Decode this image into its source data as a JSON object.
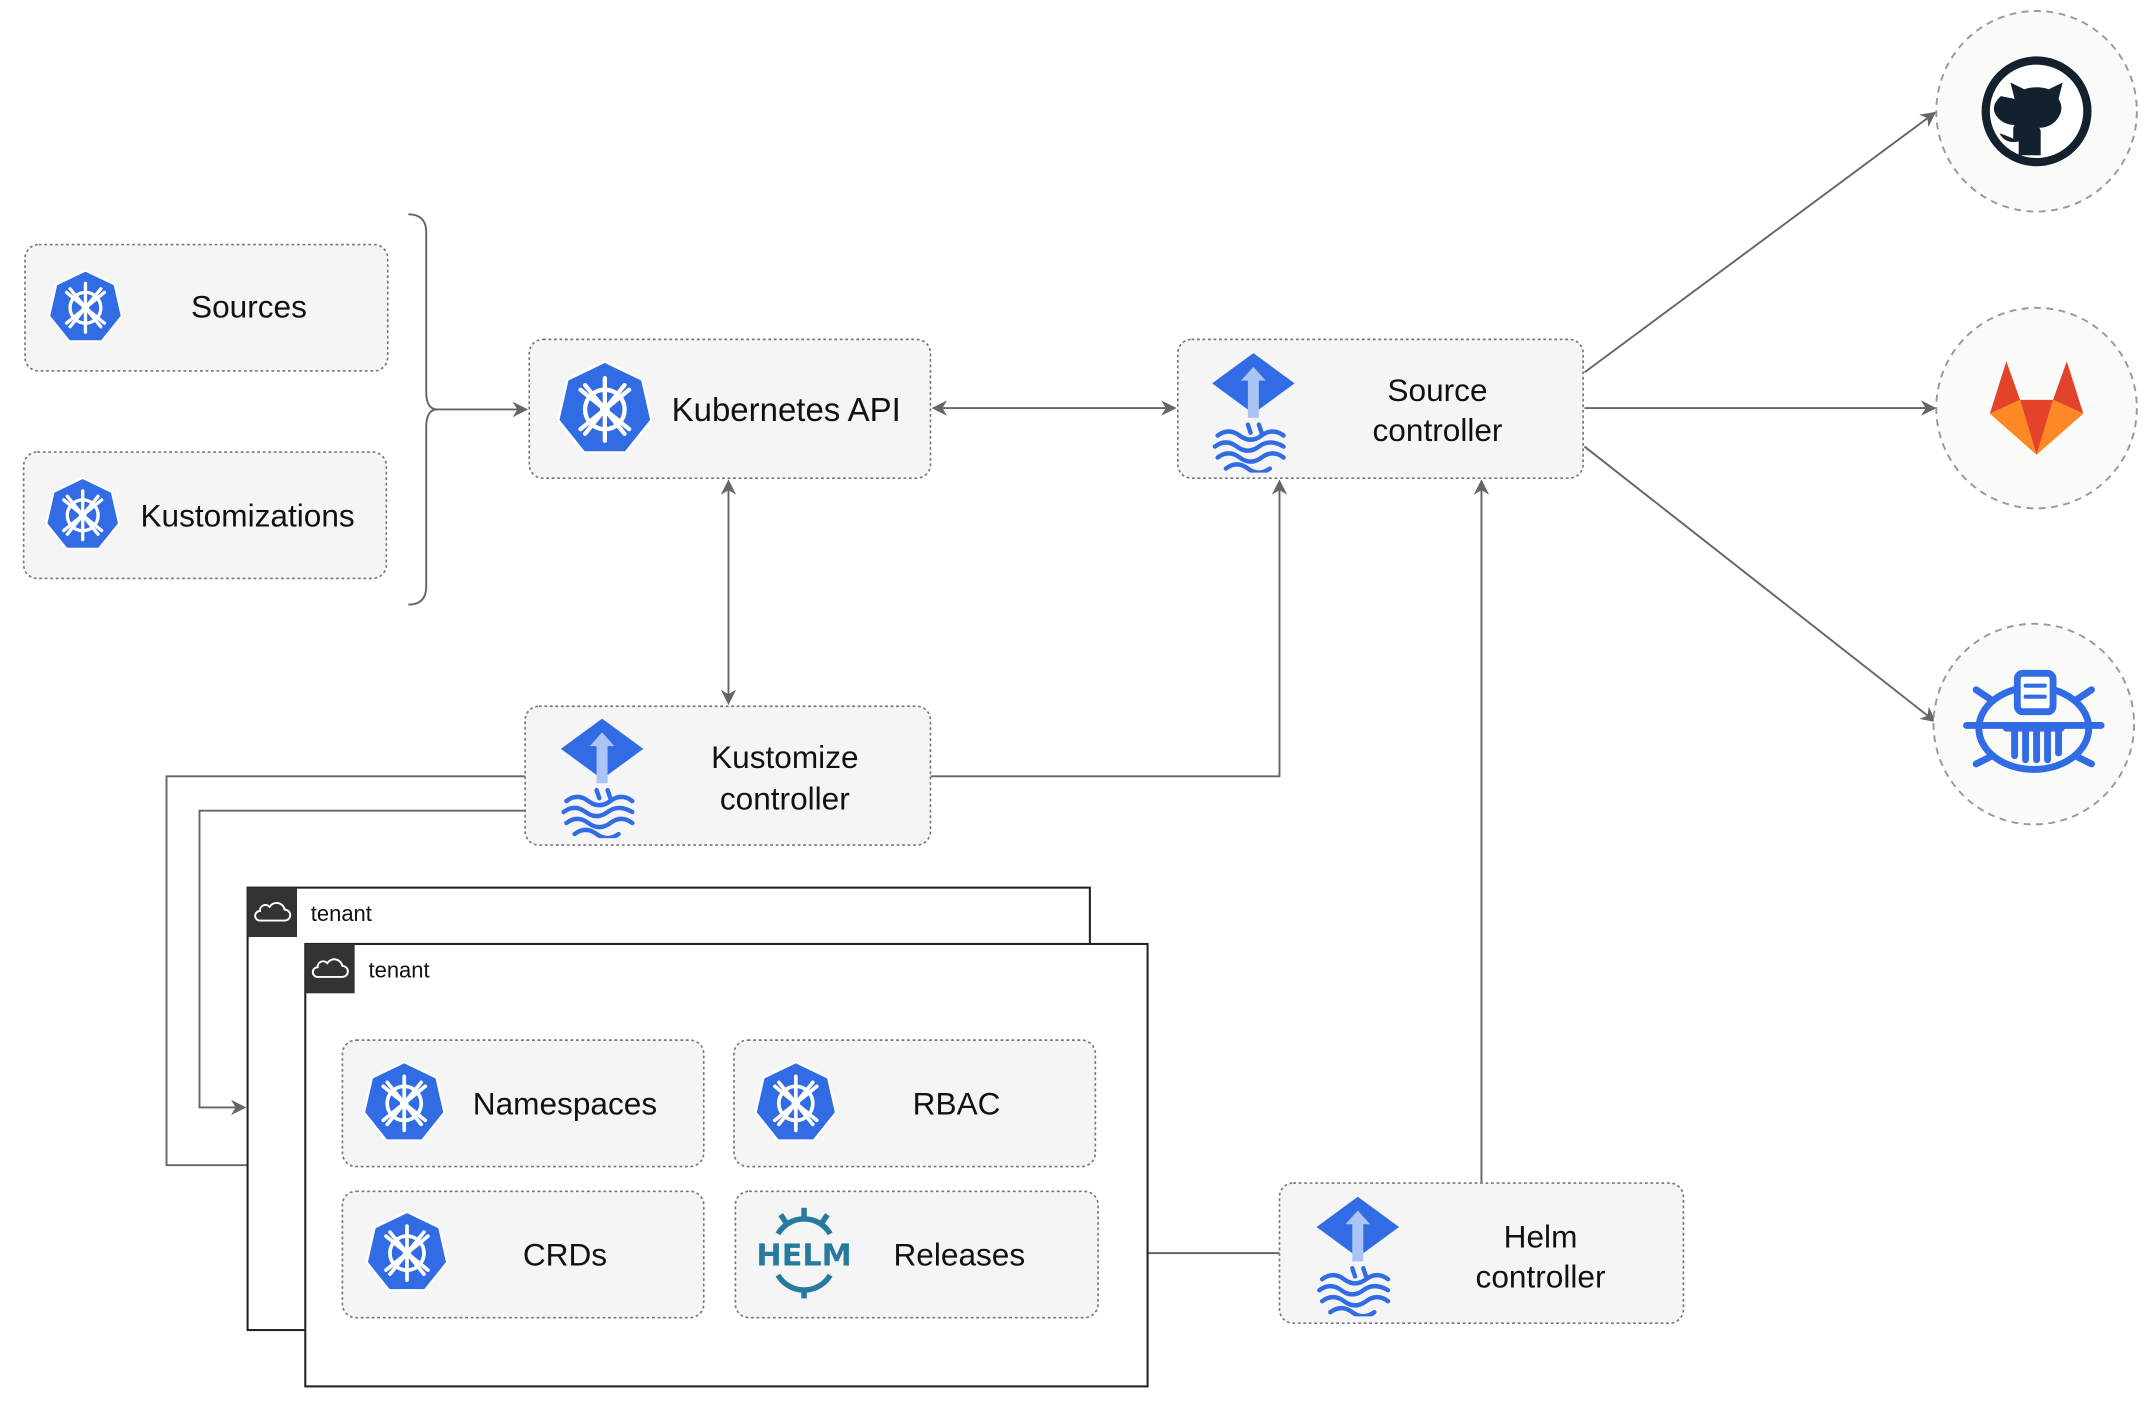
{
  "nodes": {
    "sources": "Sources",
    "kustomizations": "Kustomizations",
    "kubernetes_api": "Kubernetes API",
    "source_controller": [
      "Source",
      "controller"
    ],
    "kustomize_controller": [
      "Kustomize",
      "controller"
    ],
    "helm_controller": [
      "Helm",
      "controller"
    ],
    "namespaces": "Namespaces",
    "rbac": "RBAC",
    "crds": "CRDs",
    "releases": "Releases"
  },
  "tenants": [
    "tenant",
    "tenant"
  ],
  "logos": {
    "helm": "HELM"
  },
  "icons": [
    "kubernetes-icon",
    "flux-icon",
    "github-icon",
    "gitlab-icon",
    "bucket-icon",
    "helm-icon",
    "cloud-icon"
  ],
  "colors": {
    "kubernetes_blue": "#326ce5",
    "box_fill": "#f5f5f5",
    "edge": "#666666",
    "gitlab_orange": "#e24329",
    "github_dark": "#13212f",
    "helm_teal": "#277a9f"
  }
}
